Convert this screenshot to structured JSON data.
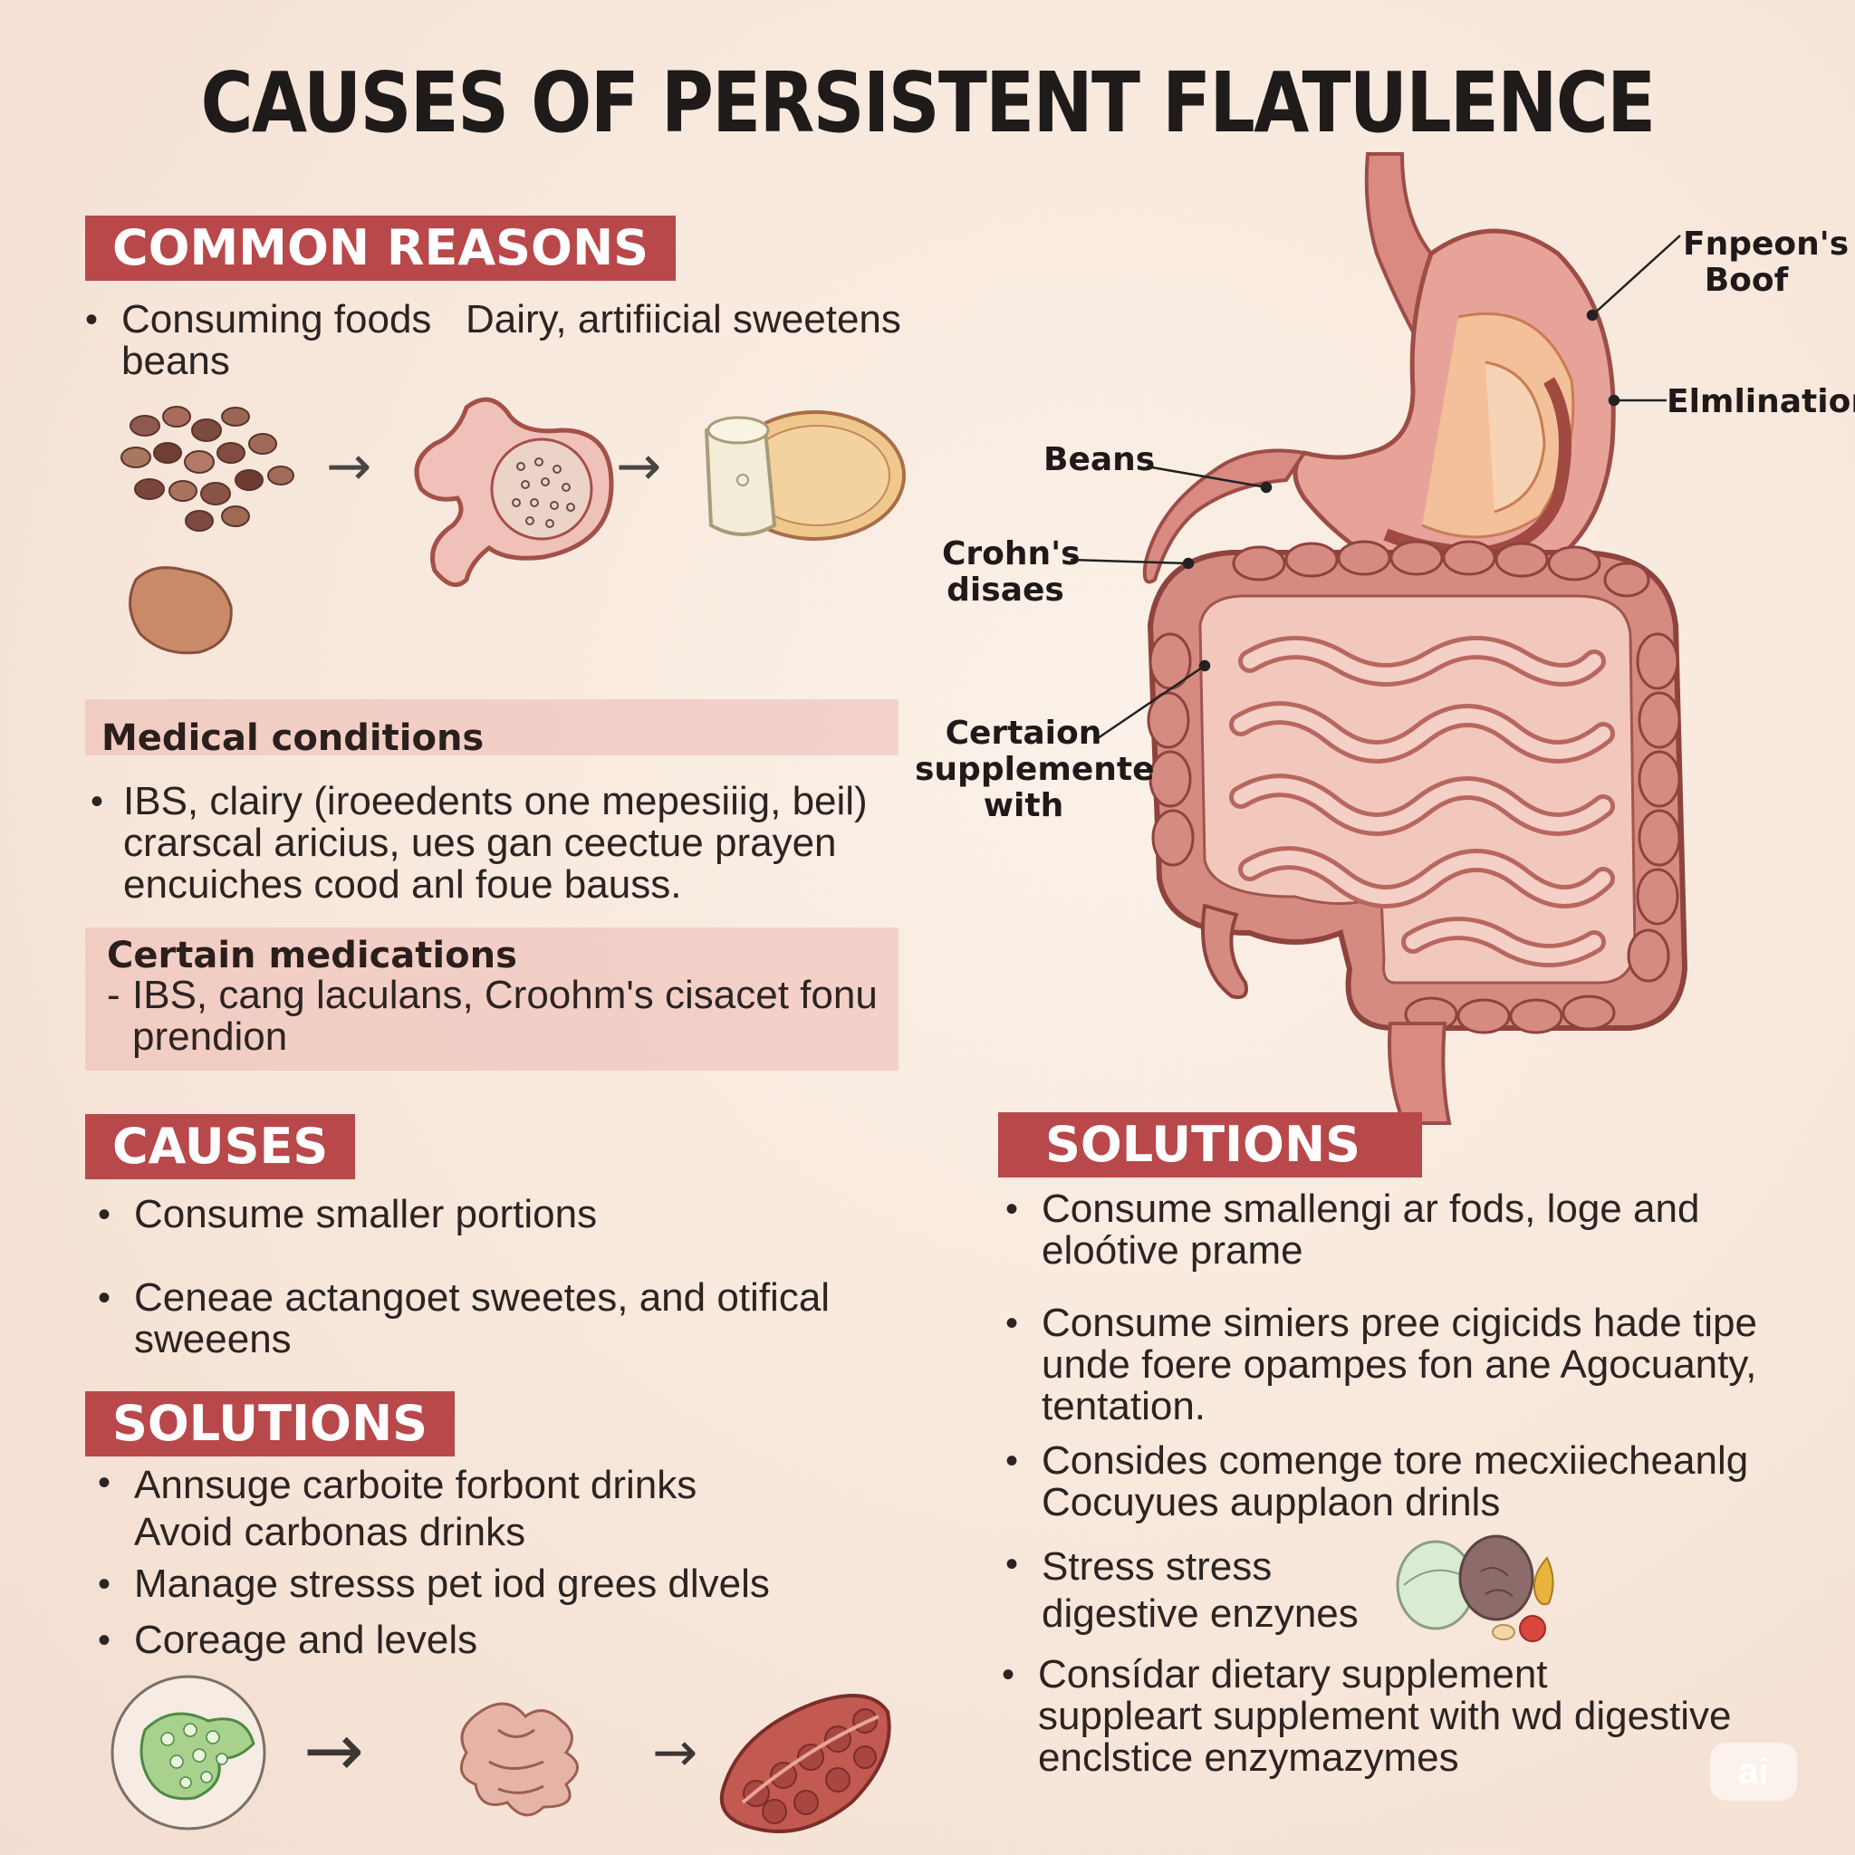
{
  "title": "CAUSES OF PERSISTENT FLATULENCE",
  "common_reasons": {
    "heading": "COMMON REASONS",
    "bullet_left": "Consuming foods\nbeans",
    "bullet_right": "Dairy, artifiicial sweetens"
  },
  "medical_conditions": {
    "heading": "Medical conditions",
    "bullet": "IBS, clairy (iroeedents one mepesiiig, beil)\ncrarscal aricius, ues gan ceectue prayen\nencuiches cood anl foue bauss."
  },
  "certain_medications": {
    "heading": "Certain medications",
    "bullet": "IBS, cang laculans, Croohm's cisacet fonu\nprendion"
  },
  "causes": {
    "heading": "CAUSES",
    "bullets": [
      "Consume smaller portions",
      "Ceneae actangoet sweetes, and otifical\nsweeens"
    ]
  },
  "solutions_left": {
    "heading": "SOLUTIONS",
    "bullets": [
      "Annsuge carboite forbont drinks\nAvoid carbonas drinks",
      "Manage stresss pet iod grees dlvels",
      "Coreage and levels"
    ]
  },
  "solutions_right": {
    "heading": "SOLUTIONS",
    "bullets": [
      "Consume smallengi ar fods, loge and\neloótive prame",
      "Consume simiers pree cigicids hade tipe\nunde foere opampes fon ane Agocuanty,\ntentation.",
      "Consides comenge tore mecxiiecheanlg\nCocuyues aupplaon drinls",
      "Stress stress\ndigestive enzynes",
      "Consídar dietary supplement\nsuppleart supplement with wd digestive\nenclstice enzymazymes"
    ]
  },
  "diagram_labels": {
    "top_right": "Fnpeon's\nBoof",
    "eliminations": "Elmlinations",
    "beans": "Beans",
    "crohns": "Crohn's\ndisaes",
    "supplements": "Certaion\nsupplemente\nwith"
  },
  "bullet_glyph": "•",
  "dash_glyph": "-",
  "arrow_glyph": "→",
  "watermark": "ai",
  "colors": {
    "accent": "#b8484a",
    "band": "#efc0b6",
    "background": "#f8e9de"
  }
}
